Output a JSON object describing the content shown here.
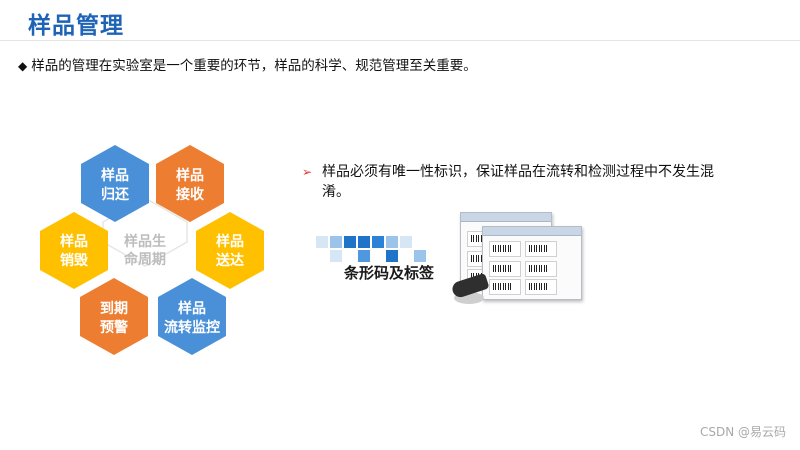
{
  "title": "样品管理",
  "bullet": {
    "symbol": "◆",
    "text": "样品的管理在实验室是一个重要的环节，样品的科学、规范管理至关重要。"
  },
  "cycle": {
    "center": {
      "line1": "样品生",
      "line2": "命周期"
    },
    "items": [
      {
        "line1": "样品",
        "line2": "归还",
        "color": "#4A90D9"
      },
      {
        "line1": "样品",
        "line2": "接收",
        "color": "#ED7D31"
      },
      {
        "line1": "样品",
        "line2": "送达",
        "color": "#FFC000"
      },
      {
        "line1": "样品",
        "line2": "流转监控",
        "color": "#4A90D9"
      },
      {
        "line1": "到期",
        "line2": "预警",
        "color": "#ED7D31"
      },
      {
        "line1": "样品",
        "line2": "销毁",
        "color": "#FFC000"
      }
    ]
  },
  "right": {
    "arrow": "➢",
    "text": "样品必须有唯一性标识，保证样品在流转和检测过程中不发生混淆。",
    "image_label": "条形码及标签"
  },
  "watermark": "CSDN @易云码"
}
